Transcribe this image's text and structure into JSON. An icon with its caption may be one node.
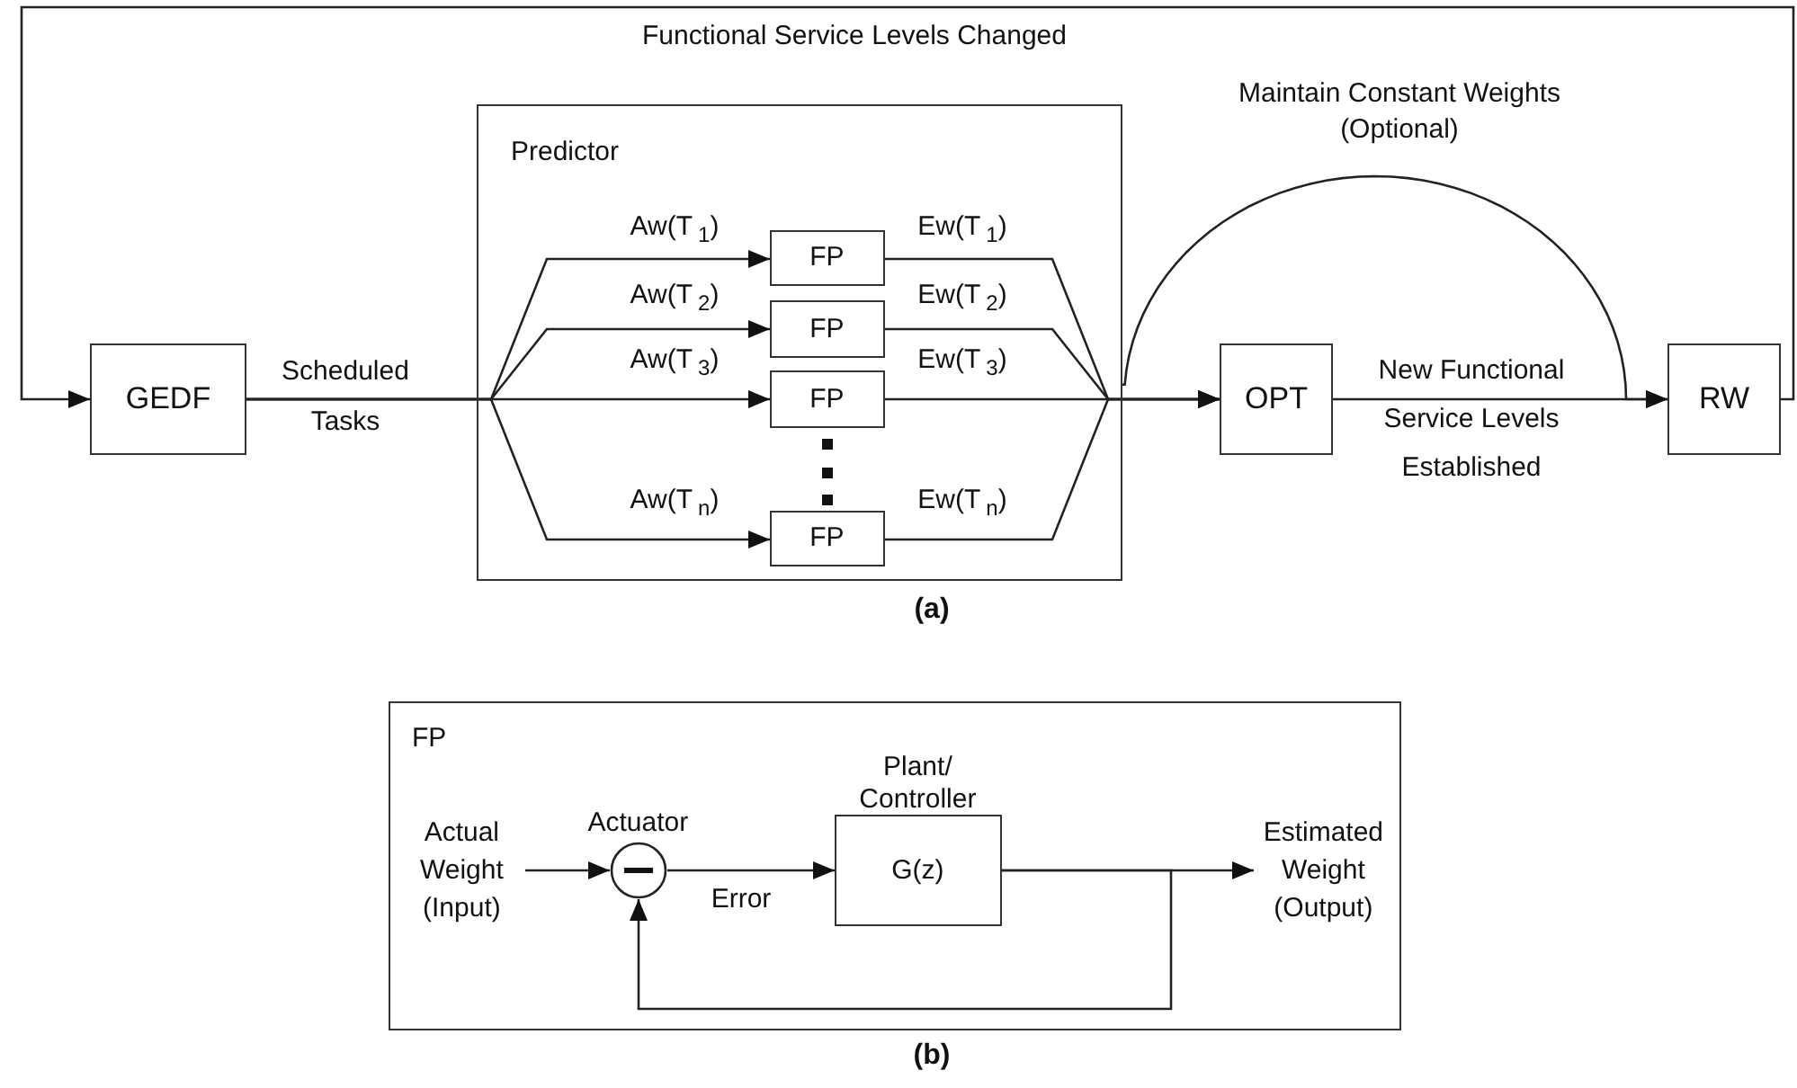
{
  "diagram": {
    "nodes": [
      {
        "text": [
          "GEDF"
        ]
      },
      {
        "text": [
          "Predictor"
        ]
      },
      {
        "text": [
          "FP"
        ],
        "in": 1
      },
      {
        "text": [
          "FP"
        ],
        "in": 1
      },
      {
        "text": [
          "FP"
        ],
        "in": 1
      },
      {
        "text": [
          "FP"
        ],
        "in": 1
      },
      {
        "text": [
          "OPT"
        ]
      },
      {
        "text": [
          "RW"
        ]
      },
      {
        "text": [
          "FP"
        ]
      },
      {
        "text": [
          "Actual Weight (Input)"
        ],
        "in": 8
      },
      {
        "text": [],
        "shape": "circle",
        "in": 8,
        "beside": [
          "Actuator"
        ]
      },
      {
        "text": [
          "Plant/ Controller",
          "G(z)"
        ],
        "in": 8
      },
      {
        "text": [
          "Estimated Weight (Output)"
        ],
        "in": 8
      }
    ],
    "edges": [
      {
        "from": 7,
        "to": 0,
        "arrow": "to",
        "label": "Functional Service Levels Changed"
      },
      {
        "from": 0,
        "to": 2,
        "arrow": "to",
        "label": "Aw(T$_{1}$)"
      },
      {
        "from": 0,
        "to": 3,
        "arrow": "to",
        "label": "Aw(T$_{2}$)"
      },
      {
        "from": 0,
        "to": 4,
        "arrow": "to",
        "label": "Aw(T$_{3}$)"
      },
      {
        "from": 0,
        "to": 5,
        "arrow": "to",
        "label": "Aw(T$_{n}$)"
      },
      {
        "from": 2,
        "to": 6,
        "arrow": "to",
        "label": "Ew(T$_{1}$)"
      },
      {
        "from": 3,
        "to": 6,
        "arrow": "to",
        "label": "Ew(T$_{2}$)"
      },
      {
        "from": 4,
        "to": 6,
        "arrow": "to",
        "label": "Ew(T$_{3}$)"
      },
      {
        "from": 5,
        "to": 6,
        "arrow": "to",
        "label": "Ew(T$_{n}$)"
      },
      {
        "from": 6,
        "to": 7,
        "arrow": "to",
        "label": "New Functional Service Levels Established"
      },
      {
        "from": 1,
        "to": 7,
        "arrow": "to",
        "label": "Maintain Constant Weights (Optional)"
      },
      {
        "from": 9,
        "to": 10,
        "arrow": "to"
      },
      {
        "from": 10,
        "to": 11,
        "arrow": "to",
        "label": "Error"
      },
      {
        "from": 11,
        "to": 12,
        "arrow": "to"
      },
      {
        "from": 11,
        "to": 10,
        "arrow": "to"
      }
    ],
    "labels": [
      "Scheduled Tasks",
      "(a)",
      "(b)"
    ]
  }
}
